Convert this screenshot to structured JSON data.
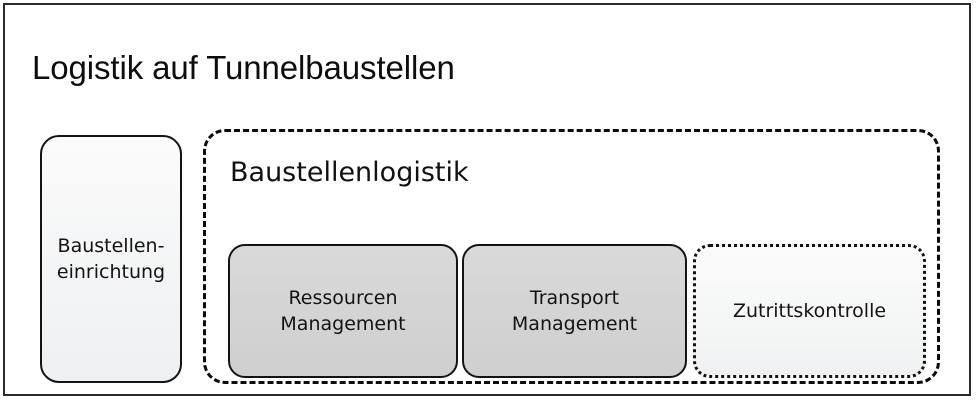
{
  "figure": {
    "title": "Logistik auf Tunnelbaustellen",
    "background_color": "#ffffff",
    "frame_color": "#2b2b2b"
  },
  "standalone_box": {
    "label": "Baustellen-\neinrichtung",
    "fill_color": "#f4f5f6",
    "border_style": "solid",
    "border_color": "#141414"
  },
  "group": {
    "title": "Baustellenlogistik",
    "border_style": "dashed",
    "border_color": "#0c0c0c",
    "items": [
      {
        "label": "Ressourcen\nManagement",
        "fill_color": "#d3d3d3",
        "border_style": "solid",
        "border_color": "#141414"
      },
      {
        "label": "Transport\nManagement",
        "fill_color": "#d3d3d3",
        "border_style": "solid",
        "border_color": "#141414"
      },
      {
        "label": "Zutrittskontrolle",
        "fill_color": "#f5f6f6",
        "border_style": "dotted",
        "border_color": "#121212"
      }
    ]
  }
}
